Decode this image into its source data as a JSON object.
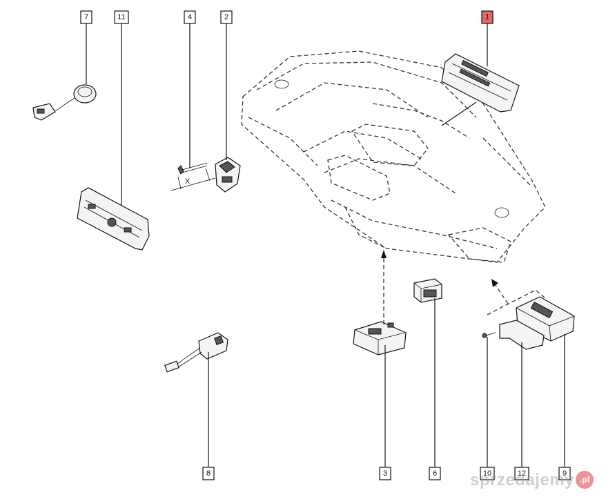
{
  "callouts": [
    {
      "id": "1",
      "highlight": true
    },
    {
      "id": "2",
      "highlight": false
    },
    {
      "id": "3",
      "highlight": false
    },
    {
      "id": "4",
      "highlight": false
    },
    {
      "id": "6",
      "highlight": false
    },
    {
      "id": "7",
      "highlight": false
    },
    {
      "id": "8",
      "highlight": false
    },
    {
      "id": "9",
      "highlight": false
    },
    {
      "id": "10",
      "highlight": false
    },
    {
      "id": "11",
      "highlight": false
    },
    {
      "id": "12",
      "highlight": false
    }
  ],
  "dimension_label": "X",
  "watermark": {
    "text": "sprzedajemy",
    "badge": ".pl"
  },
  "colors": {
    "highlight": "#e06a6a",
    "line": "#111111"
  }
}
